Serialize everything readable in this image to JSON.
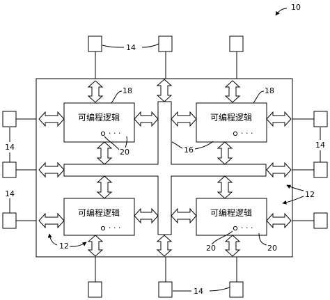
{
  "figure": {
    "ref_device": "10",
    "ref_io": "14",
    "ref_interconnect": "16",
    "ref_logic": "18",
    "ref_memory": "20",
    "ref_region": "12",
    "logic_label": "可编程逻辑",
    "dots": "· · ·"
  }
}
